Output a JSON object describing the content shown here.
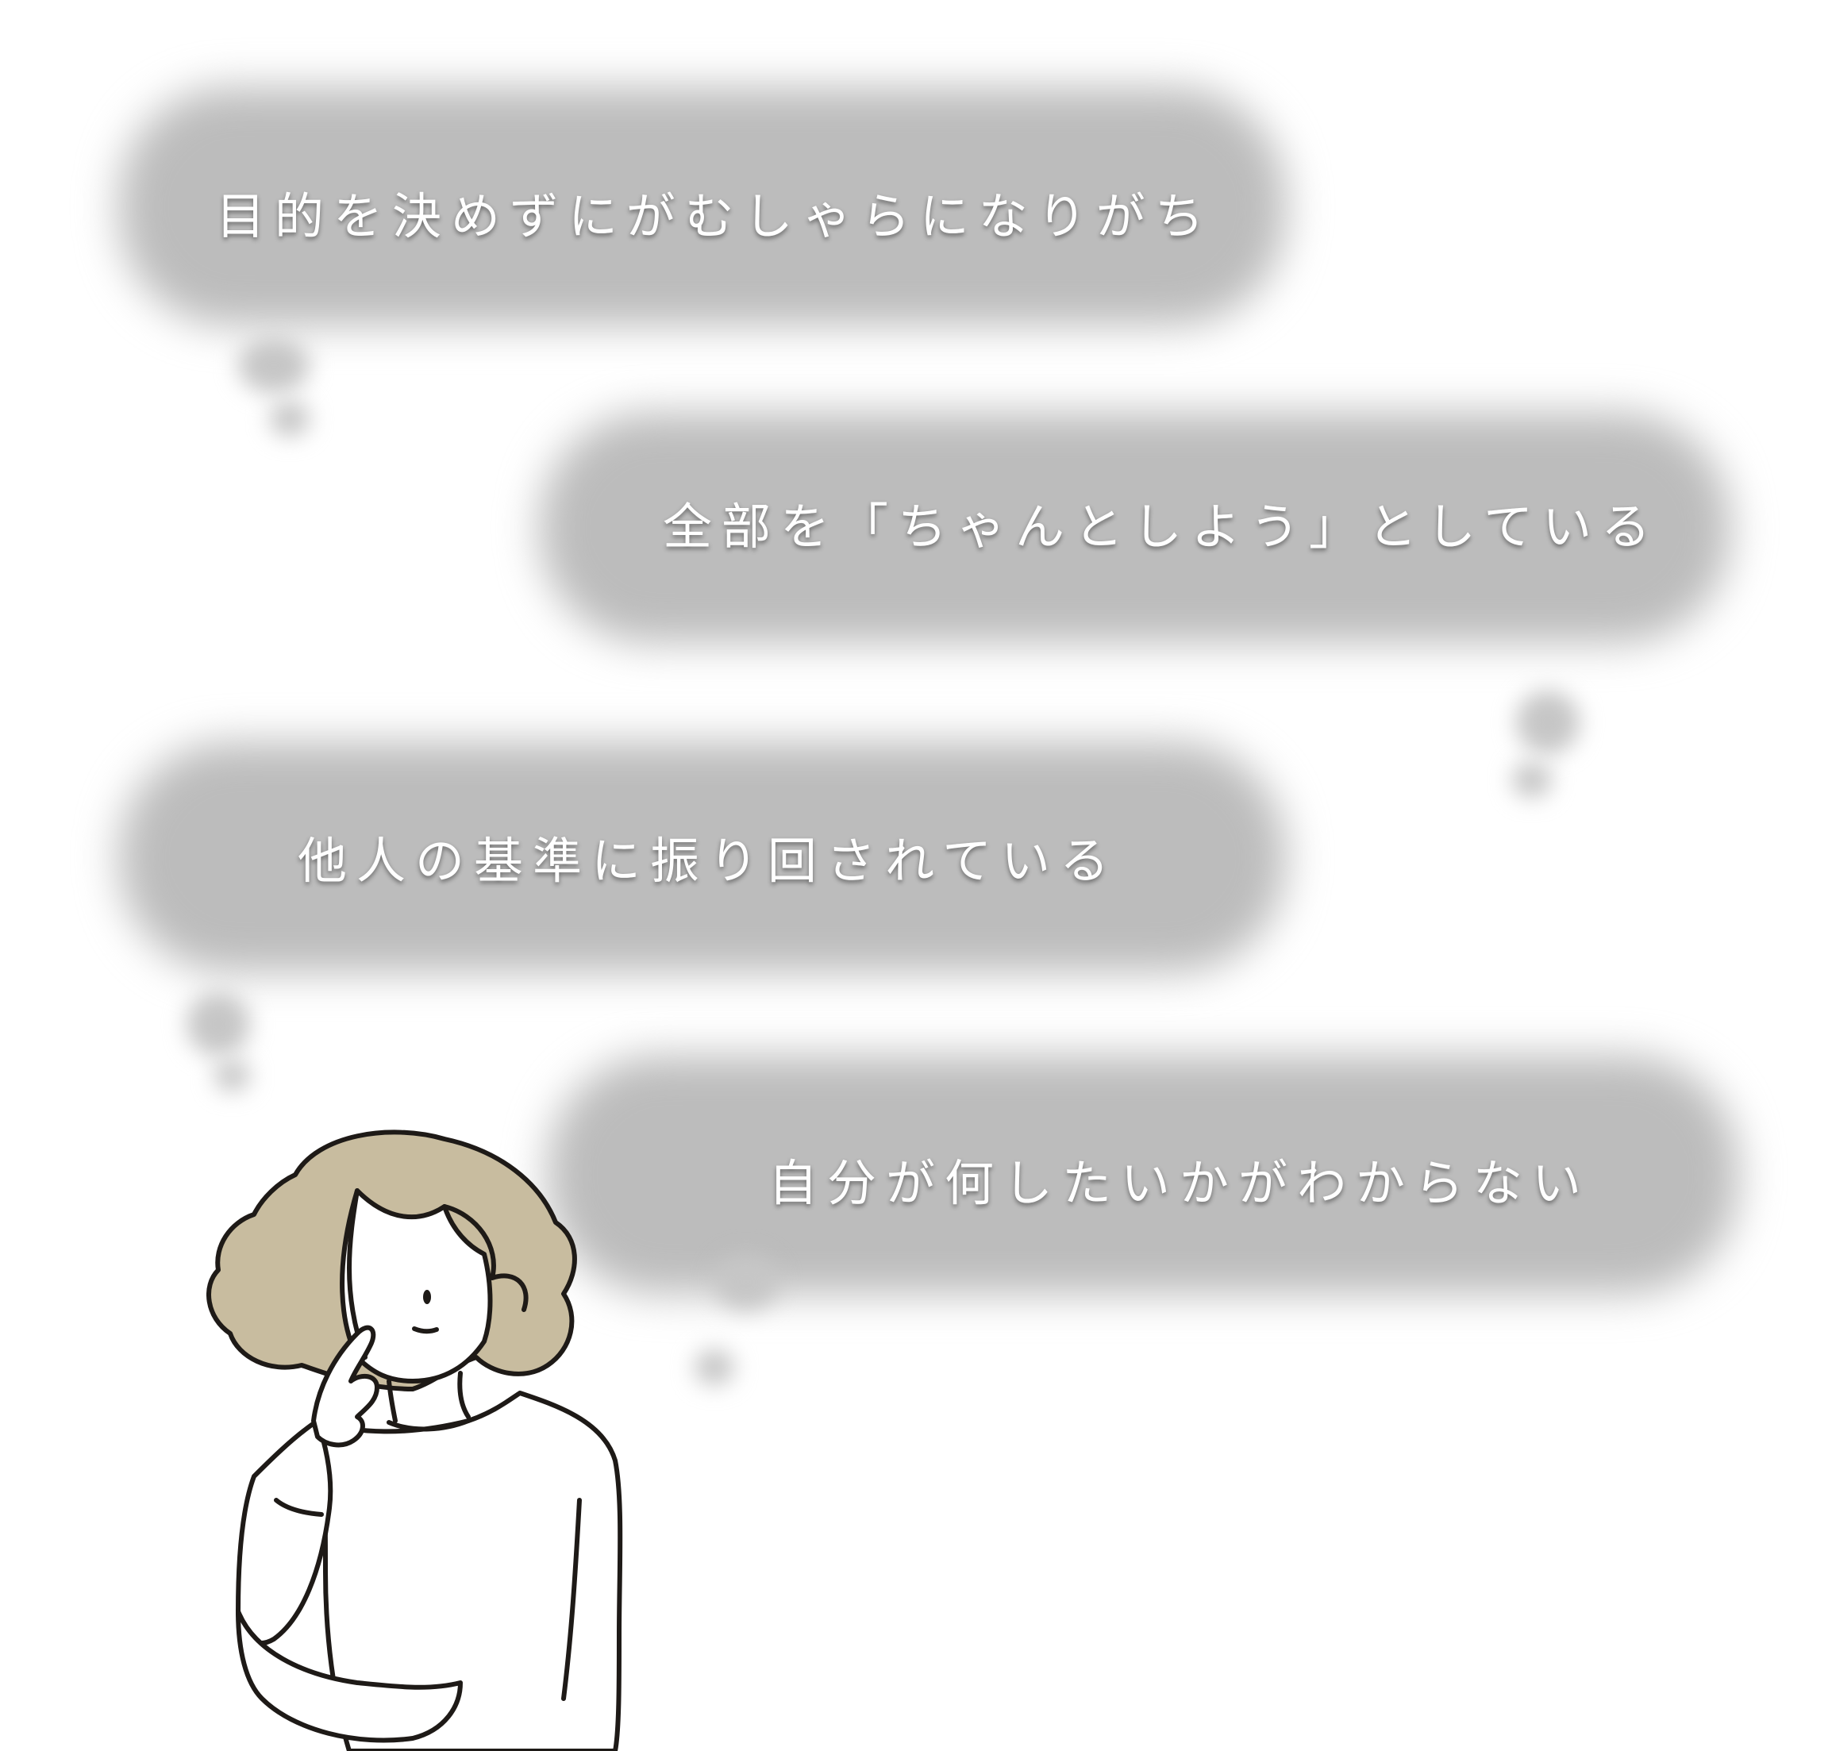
{
  "colors": {
    "background": "#ffffff",
    "bubble": "#bcbcbc",
    "highlight": "#cfa0a2",
    "text": "#ffffff",
    "hair": "#c8bc9f",
    "line": "#1e1a17"
  },
  "bubbles": [
    {
      "highlight": "目的を決めず",
      "rest": "にがむしゃらになりがち"
    },
    {
      "highlight": "全部を",
      "rest": "「ちゃんとしよう」としている"
    },
    {
      "highlight": "他人の基準",
      "rest": "に振り回されている"
    },
    {
      "lead": "自分が",
      "highlight": "何したいか",
      "rest": "がわからない"
    }
  ],
  "illustration": {
    "icon": "thinking-woman-icon"
  }
}
